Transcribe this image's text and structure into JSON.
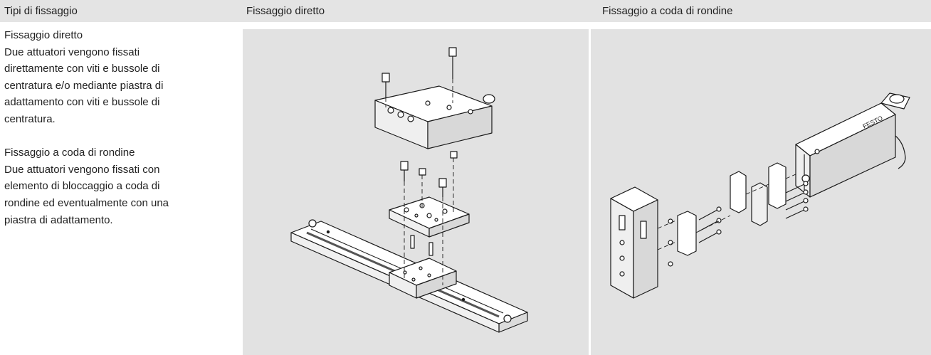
{
  "header": {
    "col1": "Tipi di fissaggio",
    "col2": "Fissaggio diretto",
    "col3": "Fissaggio a coda di rondine"
  },
  "content": {
    "direct_title": "Fissaggio diretto",
    "direct_lines": [
      "Due attuatori vengono fissati",
      "direttamente con viti e bussole di",
      "centratura e/o mediante piastra di",
      "adattamento con viti e bussole di",
      "centratura."
    ],
    "dovetail_title": "Fissaggio a coda di rondine",
    "dovetail_lines": [
      "Due attuatori vengono fissati con",
      "elemento di bloccaggio a coda di",
      "rondine ed eventualmente con una",
      "piastra di adattamento."
    ]
  },
  "illustrations": {
    "dovetail_logo": "FESTO"
  },
  "colors": {
    "header_bg": "#e4e4e4",
    "panel_bg": "#e2e2e2",
    "line": "#1a1a1a"
  }
}
